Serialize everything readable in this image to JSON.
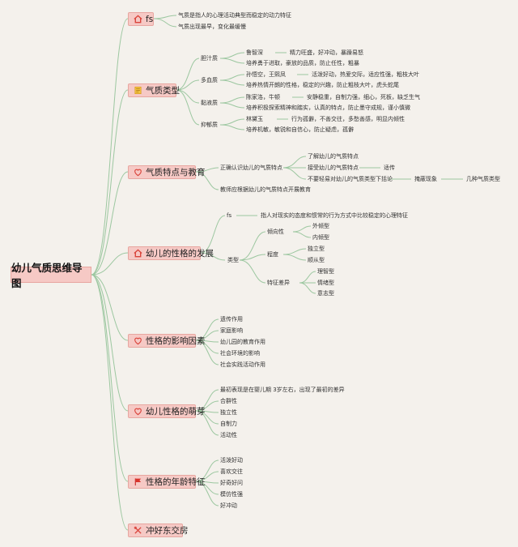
{
  "root": {
    "label": "幼儿气质思维导图"
  },
  "branches": {
    "fs": {
      "label": "fs"
    },
    "temperament_types": {
      "label": "气质类型"
    },
    "traits_education": {
      "label": "气质特点与教育"
    },
    "personality_dev": {
      "label": "幼儿的性格的发展"
    },
    "influence": {
      "label": "性格的影响因素"
    },
    "sprout": {
      "label": "幼儿性格的萌芽"
    },
    "age_traits": {
      "label": "性格的年龄特征"
    },
    "last": {
      "label": "冲好东交房"
    }
  },
  "fs_items": [
    "气质是指人的心理活动典型而稳定的动力特征",
    "气质出现最早，变化最缓慢"
  ],
  "types": [
    {
      "name": "胆汁质",
      "rep": "鲁智深",
      "desc": "精力旺盛，好冲动，暴躁易怒",
      "edu": "培养勇于进取，豪放的品质，防止任性，粗暴"
    },
    {
      "name": "多血质",
      "rep": "孙悟空，王熙凤",
      "desc": "活泼好动，热爱交际，适应性强，粗枝大叶",
      "edu": "培养热情开朗的性格，稳定的兴趣，防止粗枝大叶，虎头蛇尾"
    },
    {
      "name": "黏液质",
      "rep": "陈家洛，牛顿",
      "desc": "安静稳重，自制力强，细心，死板，缺乏生气",
      "edu": "培养积极探索精神和踏实，认真的特点，防止墨守成规，谨小慎微"
    },
    {
      "name": "抑郁质",
      "rep": "林黛玉",
      "desc": "行为孤僻，不善交往，多愁善感，明显内倾性",
      "edu": "培养机敏，敏锐和自信心，防止疑虑，孤僻"
    }
  ],
  "traits": {
    "correct": "正确认识幼儿的气质特点",
    "understand": "了解幼儿的气质特点",
    "accept": "接受幼儿的气质特点",
    "adapt": "适传",
    "not_label": "不要轻易对幼儿的气质类型下括论",
    "mixed": "掩蔽现象",
    "four_types": "几种气质类型",
    "teach": "教师应根据幼儿的气质特点开展教育"
  },
  "personality": {
    "fs": "fs",
    "fs_desc": "指人对现实的态度和惯常的行为方式中比较稳定的心理特征",
    "types_label": "类型",
    "groups": [
      {
        "name": "倾向性",
        "items": [
          "外倾型",
          "内倾型"
        ]
      },
      {
        "name": "程度",
        "items": [
          "独立型",
          "顺从型"
        ]
      },
      {
        "name": "特征差异",
        "items": [
          "理智型",
          "情绪型",
          "意志型"
        ]
      }
    ]
  },
  "influence_items": [
    "遗传作用",
    "家庭影响",
    "幼儿园的教育作用",
    "社会环境的影响",
    "社会实践活动作用"
  ],
  "sprout_items": [
    "最初表现是在婴儿期 3岁左右，出现了最初的差异",
    "合群性",
    "独立性",
    "自制力",
    "活动性"
  ],
  "age_items": [
    "活泼好动",
    "喜欢交往",
    "好奇好问",
    "模仿性强",
    "好冲动"
  ],
  "colors": {
    "branch_fill": "#f6c9c5",
    "branch_border": "#e7a6a0",
    "line": "#9cc7a0",
    "background": "#f4f1ec"
  },
  "icons": {
    "fs": "home-icon",
    "temperament_types": "note-icon",
    "traits_education": "heart-icon",
    "personality_dev": "home-icon",
    "influence": "heart-icon",
    "sprout": "heart-icon",
    "age_traits": "flag-icon",
    "last": "tools-icon"
  }
}
